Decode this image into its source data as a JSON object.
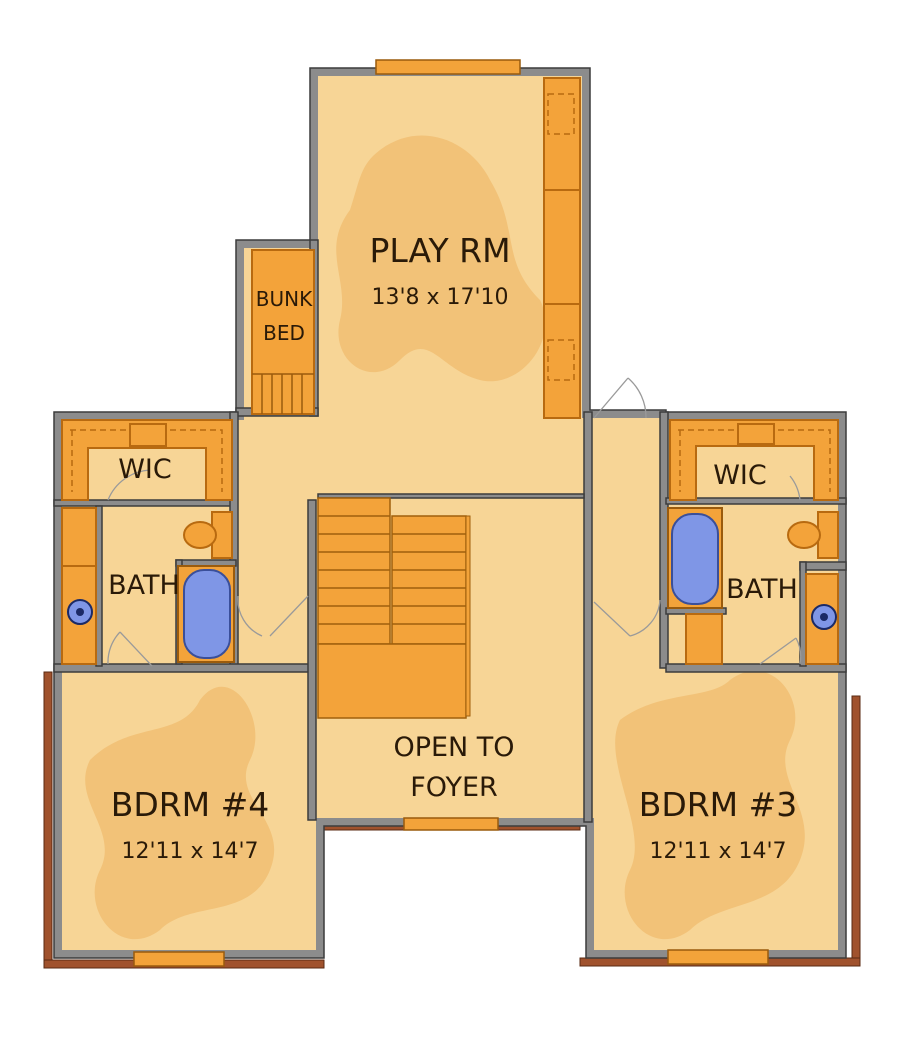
{
  "rooms": {
    "play_rm": {
      "name": "PLAY RM",
      "dims": "13'8 x 17'10"
    },
    "bunk_bed": {
      "line1": "BUNK",
      "line2": "BED"
    },
    "wic_left": {
      "name": "WIC"
    },
    "wic_right": {
      "name": "WIC"
    },
    "bath_left": {
      "name": "BATH"
    },
    "bath_right": {
      "name": "BATH"
    },
    "open_foyer": {
      "line1": "OPEN TO",
      "line2": "FOYER"
    },
    "bdrm4": {
      "name": "BDRM #4",
      "dims": "12'11 x 14'7"
    },
    "bdrm3": {
      "name": "BDRM #3",
      "dims": "12'11 x 14'7"
    }
  },
  "colors": {
    "floor": "#f7d596",
    "wall": "#8c8c8c",
    "cabinet": "#f3a33a",
    "tub": "#7f96e6",
    "brick": "#a0522d"
  }
}
